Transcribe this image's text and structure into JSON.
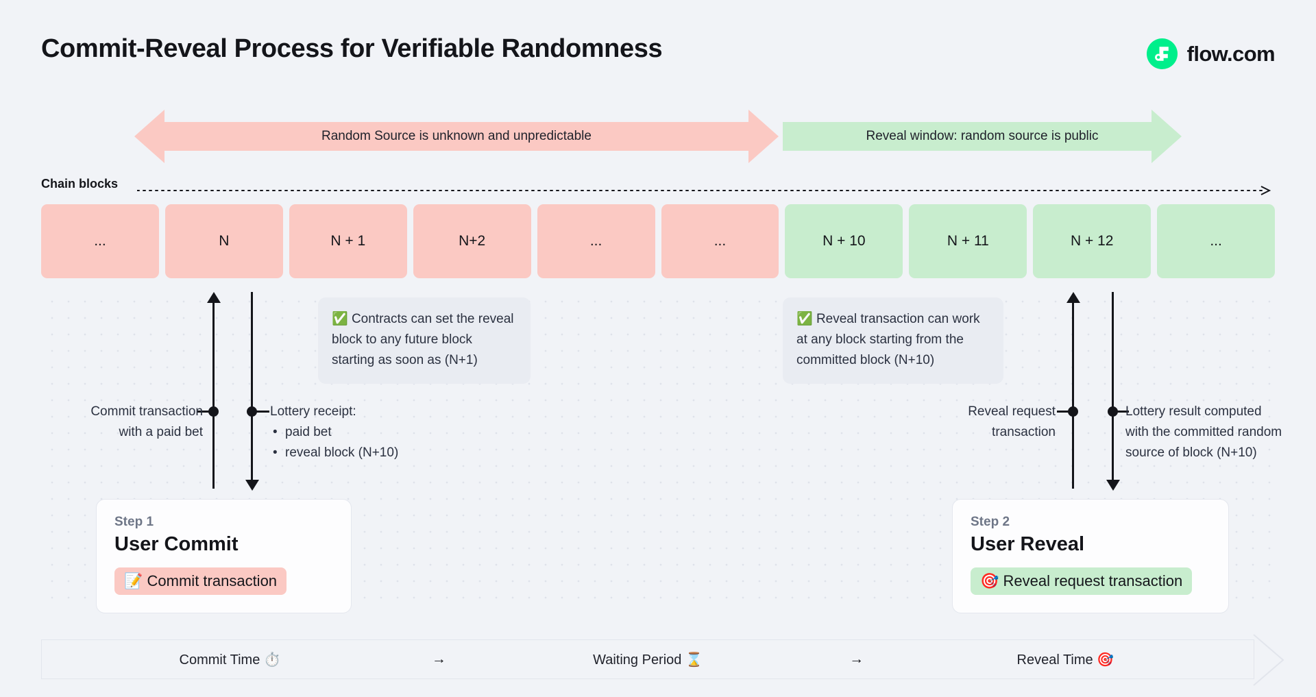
{
  "header": {
    "title": "Commit-Reveal Process for Verifiable Randomness",
    "brand_name": "flow.com",
    "brand_color": "#00ef8b"
  },
  "banners": [
    {
      "id": "unknown-window",
      "label": "Random Source is unknown and unpredictable",
      "color": "#fbc9c3",
      "direction": "double"
    },
    {
      "id": "reveal-window",
      "label": "Reveal window: random source is public",
      "color": "#c8edce",
      "direction": "right"
    }
  ],
  "chain": {
    "label": "Chain blocks",
    "blocks": [
      {
        "label": "...",
        "state": "pre-reveal"
      },
      {
        "label": "N",
        "state": "pre-reveal"
      },
      {
        "label": "N + 1",
        "state": "pre-reveal"
      },
      {
        "label": "N+2",
        "state": "pre-reveal"
      },
      {
        "label": "...",
        "state": "pre-reveal"
      },
      {
        "label": "...",
        "state": "pre-reveal"
      },
      {
        "label": "N + 10",
        "state": "reveal"
      },
      {
        "label": "N + 11",
        "state": "reveal"
      },
      {
        "label": "N + 12",
        "state": "reveal"
      },
      {
        "label": "...",
        "state": "reveal"
      }
    ]
  },
  "notes": [
    {
      "id": "contracts-note",
      "icon": "white-check-mark-icon",
      "emoji": "✅",
      "text": "Contracts can set the reveal block to any future block starting as soon as (N+1)"
    },
    {
      "id": "reveal-note",
      "icon": "white-check-mark-icon",
      "emoji": "✅",
      "text": "Reveal transaction can work at any block starting from the committed block (N+10)"
    }
  ],
  "annotations": {
    "commit": "Commit transaction with a paid bet",
    "receipt_title": "Lottery receipt:",
    "receipt_items": [
      "paid bet",
      "reveal block (N+10)"
    ],
    "reveal_request": "Reveal request transaction",
    "lottery_result": "Lottery result computed with the committed random source of block (N+10)"
  },
  "steps": [
    {
      "kicker": "Step 1",
      "title": "User Commit",
      "pill_label": "Commit transaction",
      "pill_emoji": "📝",
      "pill_icon": "memo-icon",
      "pill_color": "#fbc9c3"
    },
    {
      "kicker": "Step 2",
      "title": "User Reveal",
      "pill_label": "Reveal request transaction",
      "pill_emoji": "🎯",
      "pill_icon": "direct-hit-icon",
      "pill_color": "#c8edce"
    }
  ],
  "timeline": {
    "segments": [
      {
        "label": "Commit Time ⏱️",
        "icon": "stopwatch-icon"
      },
      {
        "label": "Waiting Period ⌛",
        "icon": "hourglass-icon"
      },
      {
        "label": "Reveal Time 🎯",
        "icon": "direct-hit-icon"
      }
    ],
    "separator": "→"
  }
}
